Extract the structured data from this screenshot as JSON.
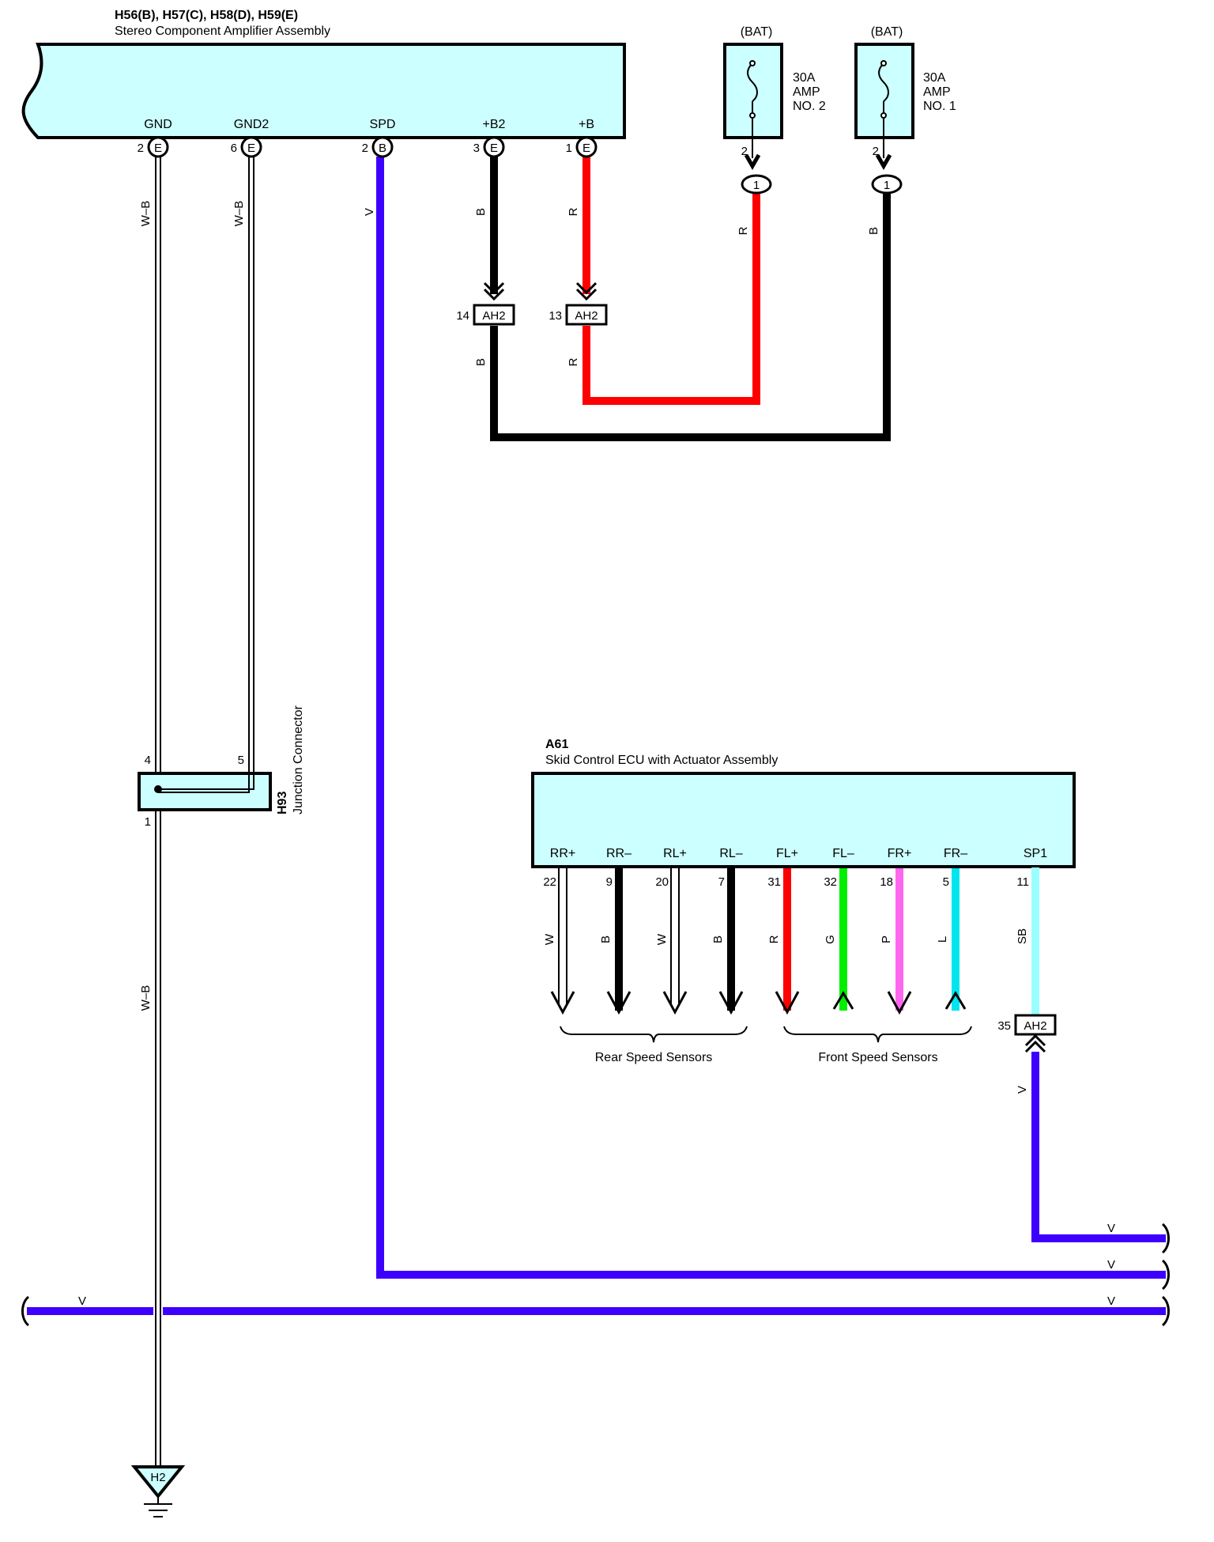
{
  "amplifier": {
    "title": "H56(B), H57(C), H58(D), H59(E)",
    "subtitle": "Stereo Component Amplifier Assembly",
    "pins": [
      {
        "name": "GND",
        "num": "2",
        "conn": "E"
      },
      {
        "name": "GND2",
        "num": "6",
        "conn": "E"
      },
      {
        "name": "SPD",
        "num": "2",
        "conn": "B"
      },
      {
        "name": "+B2",
        "num": "3",
        "conn": "E"
      },
      {
        "name": "+B",
        "num": "1",
        "conn": "E"
      }
    ]
  },
  "fuses": [
    {
      "source": "(BAT)",
      "rating": "30A",
      "line1": "AMP",
      "line2": "NO. 2",
      "pin": "2",
      "conn": "1",
      "wire": "R"
    },
    {
      "source": "(BAT)",
      "rating": "30A",
      "line1": "AMP",
      "line2": "NO. 1",
      "pin": "2",
      "conn": "1",
      "wire": "B"
    }
  ],
  "ah2_top": [
    {
      "pin": "14",
      "label": "AH2",
      "wire": "B"
    },
    {
      "pin": "13",
      "label": "AH2",
      "wire": "R"
    }
  ],
  "wires": {
    "gnd": "W–B",
    "gnd2": "W–B",
    "spd": "V",
    "b2": "B",
    "b": "R",
    "ground_lower": "W–B"
  },
  "junction": {
    "id": "H93",
    "name": "Junction Connector",
    "pin_in_1": "4",
    "pin_in_2": "5",
    "pin_out": "1"
  },
  "ground": {
    "label": "H2"
  },
  "ecu": {
    "id": "A61",
    "name": "Skid Control ECU with Actuator Assembly",
    "pins": [
      {
        "name": "RR+",
        "num": "22",
        "wire": "W",
        "color": "#ffffff"
      },
      {
        "name": "RR–",
        "num": "9",
        "wire": "B",
        "color": "#000000"
      },
      {
        "name": "RL+",
        "num": "20",
        "wire": "W",
        "color": "#ffffff"
      },
      {
        "name": "RL–",
        "num": "7",
        "wire": "B",
        "color": "#000000"
      },
      {
        "name": "FL+",
        "num": "31",
        "wire": "R",
        "color": "#ff0000"
      },
      {
        "name": "FL–",
        "num": "32",
        "wire": "G",
        "color": "#00ee00"
      },
      {
        "name": "FR+",
        "num": "18",
        "wire": "P",
        "color": "#ff66ee"
      },
      {
        "name": "FR–",
        "num": "5",
        "wire": "L",
        "color": "#00e5ee"
      },
      {
        "name": "SP1",
        "num": "11",
        "wire": "SB",
        "color": "#99ffff"
      }
    ],
    "rear_group": "Rear Speed Sensors",
    "front_group": "Front Speed Sensors"
  },
  "ah2_sp1": {
    "pin": "35",
    "label": "AH2",
    "wire": "V"
  },
  "bus_labels": {
    "v1": "V",
    "v2": "V",
    "v3": "V",
    "v_left": "V"
  },
  "colors": {
    "box_fill": "#ccffff",
    "violet": "#3d00ff",
    "red": "#ff0000",
    "black": "#000000"
  }
}
